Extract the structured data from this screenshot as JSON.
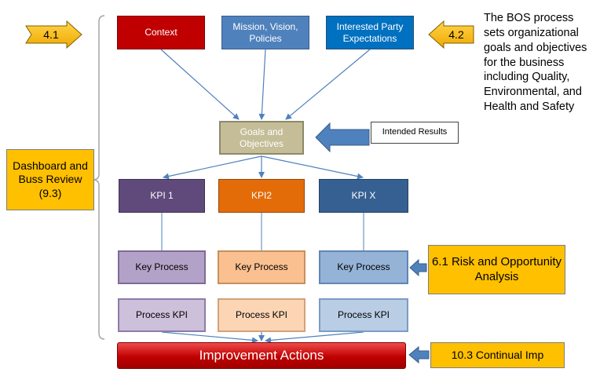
{
  "boxes": {
    "context": "Context",
    "mission": "Mission, Vision, Policies",
    "interested": "Interested Party Expectations",
    "goals": "Goals and Objectives",
    "intended": "Intended Results",
    "kpi1": "KPI 1",
    "kpi2": "KPI2",
    "kpix": "KPI X",
    "key_process_1": "Key Process",
    "key_process_2": "Key Process",
    "key_process_x": "Key Process",
    "process_kpi_1": "Process KPI",
    "process_kpi_2": "Process KPI",
    "process_kpi_x": "Process KPI",
    "improvement": "Improvement Actions"
  },
  "callouts": {
    "clause_41": "4.1",
    "clause_42": "4.2",
    "dashboard": "Dashboard and Buss Review (9.3)",
    "risk": "6.1 Risk and Opportunity Analysis",
    "continual": "10.3 Continual Imp"
  },
  "description": "The BOS process sets organizational goals and objectives for the business including Quality, Environmental, and Health and Safety",
  "colors": {
    "context": "#c00000",
    "mission": "#4f81bd",
    "interested": "#0070c0",
    "goals": "#c4bd97",
    "kpi1": "#604a7b",
    "kpi2": "#e36c09",
    "kpix": "#376092",
    "callout": "#ffc000",
    "arrow_blue": "#4f81bd"
  }
}
